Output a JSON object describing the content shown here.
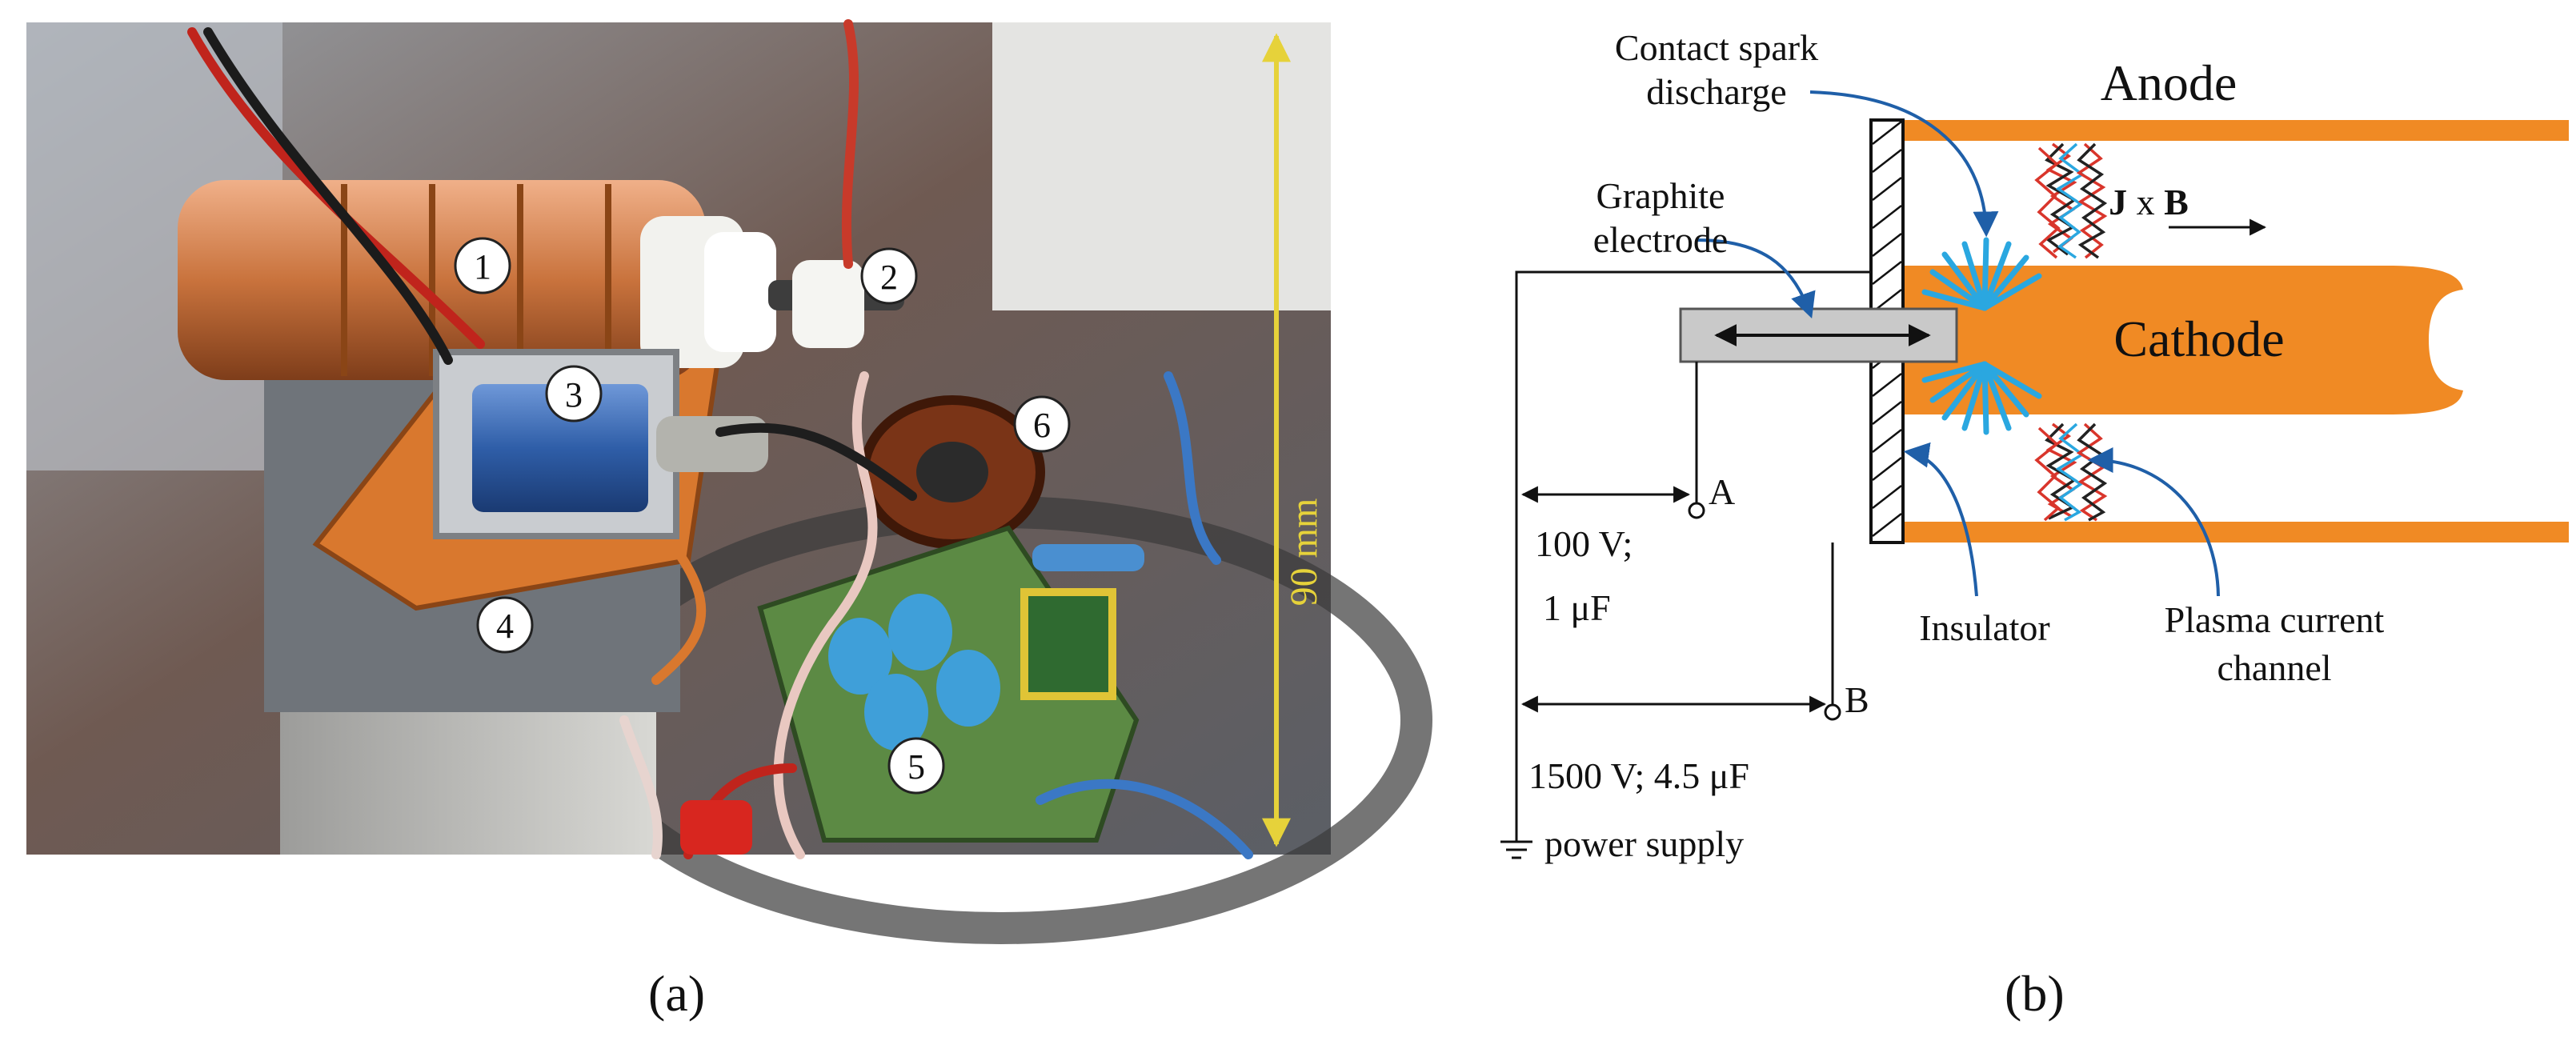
{
  "panel_a": {
    "caption": "(a)",
    "markers": [
      "1",
      "2",
      "3",
      "4",
      "5",
      "6"
    ],
    "scale_label": "90 mm",
    "colors": {
      "scale": "#e6d23a",
      "copper": "#c9733d",
      "coil_blue": "#2f5ea8",
      "board_orange": "#d9782e",
      "pcb_green": "#4c8a3a",
      "capacitor_blue": "#3f9fd9"
    }
  },
  "panel_b": {
    "caption": "(b)",
    "labels": {
      "contact_spark_1": "Contact spark",
      "contact_spark_2": "discharge",
      "anode": "Anode",
      "jxb_j": "J",
      "jxb_x": " x ",
      "jxb_b": "B",
      "graphite_1": "Graphite",
      "graphite_2": "electrode",
      "cathode": "Cathode",
      "point_a": "A",
      "point_b": "B",
      "v100": "100 V;",
      "uf1": "1 μF",
      "v1500": "1500 V; 4.5 μF",
      "power_supply": "power supply",
      "insulator": "Insulator",
      "plasma_1": "Plasma current",
      "plasma_2": "channel"
    },
    "colors": {
      "electrode_orange": "#f08a24",
      "spark_blue": "#2aa7e0",
      "arrow_blue": "#1f5fa8",
      "graphite_gray": "#c9c9c9",
      "plasma_red": "#d9352b",
      "plasma_dark": "#222222"
    }
  }
}
